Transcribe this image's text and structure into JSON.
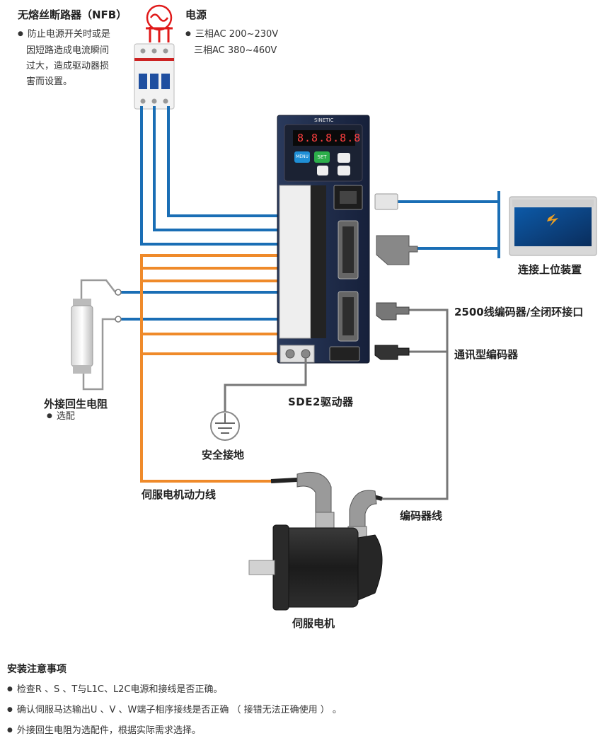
{
  "nfb": {
    "title": "无熔丝断路器（NFB）",
    "desc_lines": [
      "防止电源开关时或是",
      "因短路造成电流瞬间",
      "过大，造成驱动器损",
      "害而设置。"
    ]
  },
  "power": {
    "title": "电源",
    "lines": [
      "三相AC 200~230V",
      "三相AC 380~460V"
    ]
  },
  "labels": {
    "host_device": "连接上位装置",
    "encoder_2500": "2500线编码器/全闭环接口",
    "comm_encoder": "通讯型编码器",
    "regen_resistor": "外接回生电阻",
    "regen_optional": "选配",
    "driver": "SDE2驱动器",
    "ground": "安全接地",
    "motor_power_line": "伺服电机动力线",
    "encoder_line": "编码器线",
    "servo_motor": "伺服电机"
  },
  "driver_panel": {
    "display": "8.8.8.8.8",
    "menu_label": "MENU",
    "set_label": "SET",
    "brand": "SINETIC"
  },
  "notes": {
    "title": "安装注意事项",
    "items": [
      "检查R 、S 、T与L1C、L2C电源和接线是否正确。",
      "确认伺服马达输出U 、V 、W端子相序接线是否正确 （ 接错无法正确使用 ） 。",
      "外接回生电阻为选配件，根据实际需求选择。"
    ]
  },
  "colors": {
    "power_wire": "#1a6eb5",
    "motor_wire": "#ef8a2a",
    "signal_wire": "#777777",
    "driver_body": "#1e2a44",
    "accent_red": "#e01a1a"
  }
}
